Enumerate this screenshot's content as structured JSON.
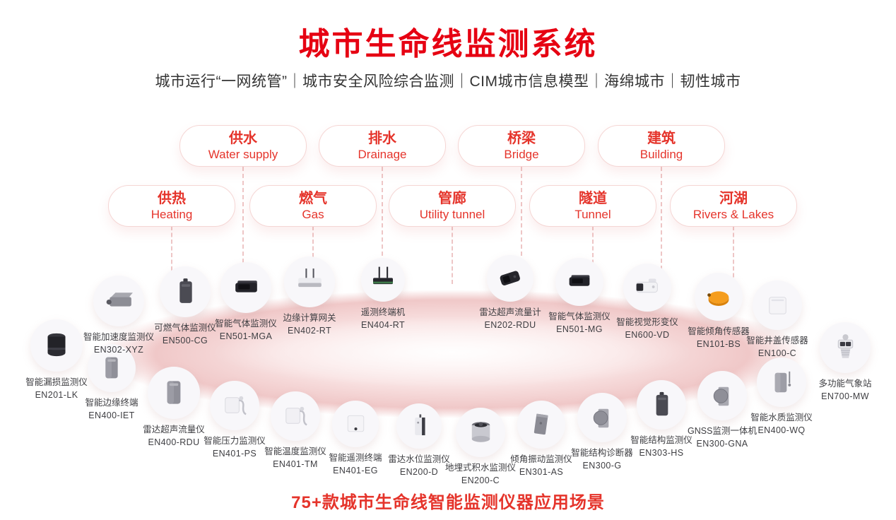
{
  "page": {
    "title": "城市生命线监测系统",
    "subtitle": "城市运行“一网统管”｜城市安全风险综合监测｜CIM城市信息模型｜海绵城市｜韧性城市",
    "footer": "75+款城市生命线智能监测仪器应用场景"
  },
  "colors": {
    "title_red": "#e60012",
    "accent_red": "#e5342b",
    "pill_border": "#f5d6d4",
    "dash_pink": "#eec6c6",
    "ellipse_pink": "#f0c8c8",
    "label_dark": "#3e3e42",
    "device_orange": "#f59d1e"
  },
  "categories": {
    "rows": [
      {
        "items": [
          {
            "zh": "供水",
            "en": "Water supply"
          },
          {
            "zh": "排水",
            "en": "Drainage"
          },
          {
            "zh": "桥梁",
            "en": "Bridge"
          },
          {
            "zh": "建筑",
            "en": "Building"
          }
        ]
      },
      {
        "items": [
          {
            "zh": "供热",
            "en": "Heating"
          },
          {
            "zh": "燃气",
            "en": "Gas"
          },
          {
            "zh": "管廊",
            "en": "Utility tunnel"
          },
          {
            "zh": "隧道",
            "en": "Tunnel"
          },
          {
            "zh": "河湖",
            "en": "Rivers & Lakes"
          }
        ]
      }
    ]
  },
  "devices": [
    {
      "name": "智能漏损监测仪",
      "model": "EN201-LK",
      "icon": "cylinder-dark-icon"
    },
    {
      "name": "智能加速度监测仪",
      "model": "EN302-XYZ",
      "icon": "box-flat-gray-icon"
    },
    {
      "name": "可燃气体监测仪",
      "model": "EN500-CG",
      "icon": "box-tall-dark-icon"
    },
    {
      "name": "智能气体监测仪",
      "model": "EN501-MGA",
      "icon": "box-flat-black-icon"
    },
    {
      "name": "边缘计算网关",
      "model": "EN402-RT",
      "icon": "router-white-icon"
    },
    {
      "name": "遥测终端机",
      "model": "EN404-RT",
      "icon": "router-dark-icon"
    },
    {
      "name": "雷达超声流量计",
      "model": "EN202-RDU",
      "icon": "sensor-angular-black-icon"
    },
    {
      "name": "智能气体监测仪",
      "model": "EN501-MG",
      "icon": "box-flat-black-icon"
    },
    {
      "name": "智能视觉形变仪",
      "model": "EN600-VD",
      "icon": "camera-white-icon"
    },
    {
      "name": "智能倾角传感器",
      "model": "EN101-BS",
      "icon": "disc-orange-icon"
    },
    {
      "name": "智能井盖传感器",
      "model": "EN100-C",
      "icon": "panel-white-icon"
    },
    {
      "name": "多功能气象站",
      "model": "EN700-MW",
      "icon": "weather-station-icon"
    },
    {
      "name": "智能边缘终端",
      "model": "EN400-IET",
      "icon": "box-tall-gray-icon"
    },
    {
      "name": "雷达超声流量仪",
      "model": "EN400-RDU",
      "icon": "box-tall-gray-icon"
    },
    {
      "name": "智能压力监测仪",
      "model": "EN401-PS",
      "icon": "sensor-cable-white-icon"
    },
    {
      "name": "智能温度监测仪",
      "model": "EN401-TM",
      "icon": "sensor-cable-white-icon"
    },
    {
      "name": "智能遥测终端",
      "model": "EN401-EG",
      "icon": "panel-white-dot-icon"
    },
    {
      "name": "雷达水位监测仪",
      "model": "EN200-D",
      "icon": "box-tall-light-icon"
    },
    {
      "name": "地埋式积水监测仪",
      "model": "EN200-C",
      "icon": "cylinder-steel-icon"
    },
    {
      "name": "倾角振动监测仪",
      "model": "EN301-AS",
      "icon": "plate-gray-icon"
    },
    {
      "name": "智能结构诊断器",
      "model": "EN300-G",
      "icon": "disc-mount-gray-icon"
    },
    {
      "name": "智能结构监测仪",
      "model": "EN303-HS",
      "icon": "box-tall-dark-icon"
    },
    {
      "name": "GNSS监测一体机",
      "model": "EN300-GNA",
      "icon": "disc-mount-gray-icon"
    },
    {
      "name": "智能水质监测仪",
      "model": "EN400-WQ",
      "icon": "box-antenna-gray-icon"
    }
  ]
}
